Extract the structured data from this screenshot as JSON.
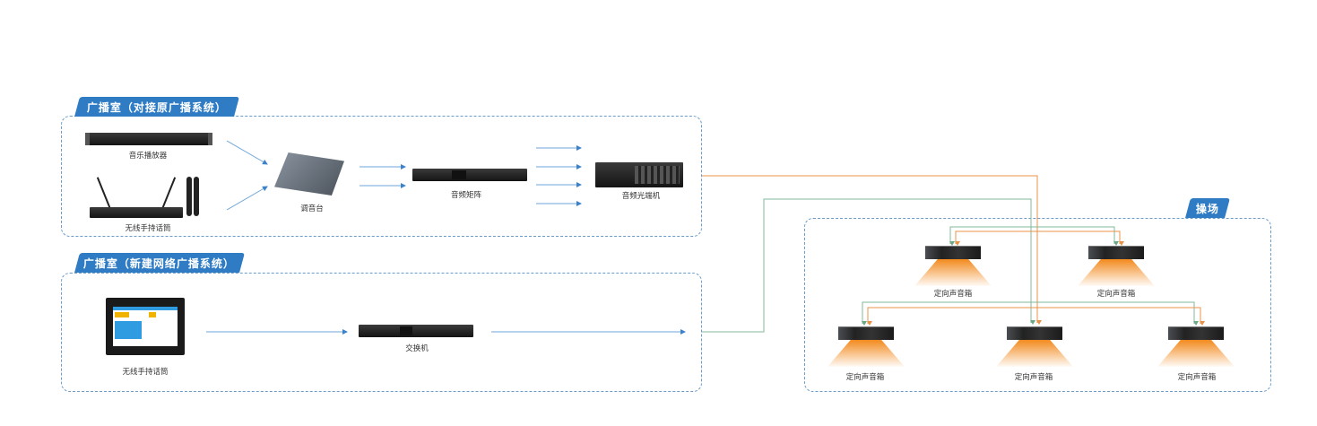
{
  "zones": {
    "old_broadcast_room": {
      "title": "广播室（对接原广播系统）"
    },
    "new_broadcast_room": {
      "title": "广播室（新建网络广播系统）"
    },
    "playground": {
      "title": "操场"
    }
  },
  "devices": {
    "music_player": {
      "label": "音乐播放器"
    },
    "wireless_mic_1": {
      "label": "无线手持话筒"
    },
    "mixer": {
      "label": "调音台"
    },
    "audio_matrix": {
      "label": "音频矩阵"
    },
    "audio_optical_transceiver": {
      "label": "音频光端机"
    },
    "wireless_mic_2": {
      "label": "无线手持话筒"
    },
    "switch": {
      "label": "交换机"
    }
  },
  "speakers": [
    {
      "label": "定向声音箱"
    },
    {
      "label": "定向声音箱"
    },
    {
      "label": "定向声音箱"
    },
    {
      "label": "定向声音箱"
    },
    {
      "label": "定向声音箱"
    }
  ],
  "colors": {
    "accent_blue": "#2f7cc4",
    "arrow_blue": "#3b82c9",
    "line_orange": "#e8934a",
    "line_green": "#7fb99a",
    "cone_orange": "#f28a1e"
  }
}
